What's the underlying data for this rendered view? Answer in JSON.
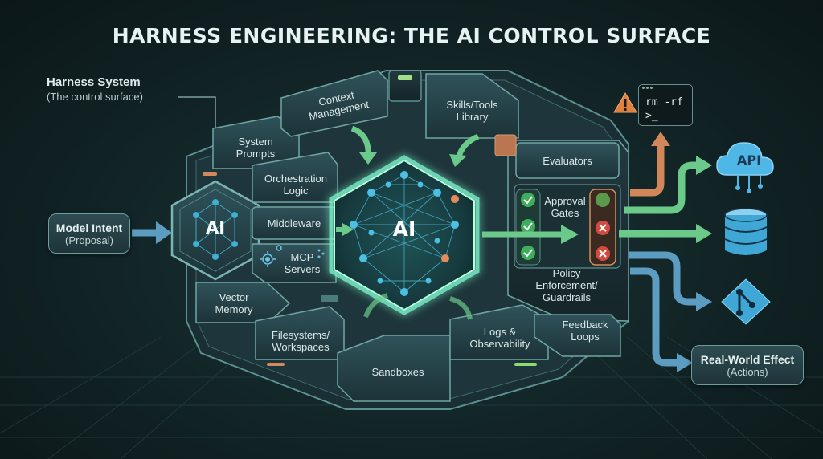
{
  "title": "HARNESS ENGINEERING: THE AI CONTROL SURFACE",
  "callout": {
    "name": "Harness System",
    "subtitle": "(The control surface)"
  },
  "input": {
    "label": "Model Intent",
    "sub": "(Proposal)"
  },
  "output": {
    "label": "Real-World Effect",
    "sub": "(Actions)"
  },
  "ai_badges": {
    "small": "AI",
    "core": "AI"
  },
  "components": {
    "context_management": [
      "Context",
      "Management"
    ],
    "skills_tools": [
      "Skills/Tools",
      "Library"
    ],
    "system_prompts": [
      "System",
      "Prompts"
    ],
    "orchestration": [
      "Orchestration",
      "Logic"
    ],
    "middleware": [
      "Middleware"
    ],
    "mcp_servers": [
      "MCP",
      "Servers"
    ],
    "vector_memory": [
      "Vector",
      "Memory"
    ],
    "filesystems": [
      "Filesystems/",
      "Workspaces"
    ],
    "sandboxes": [
      "Sandboxes"
    ],
    "logs": [
      "Logs &",
      "Observability"
    ],
    "feedback": [
      "Feedback",
      "Loops"
    ],
    "evaluators": [
      "Evaluators"
    ],
    "approval_gates": [
      "Approval",
      "Gates"
    ],
    "policy": [
      "Policy",
      "Enforcement/",
      "Guardrails"
    ]
  },
  "terminal": {
    "command": "rm -rf",
    "prompt": ">_"
  },
  "api_label": "API",
  "icons": {
    "warning": "warning-icon",
    "terminal": "terminal-icon",
    "api": "cloud-api-icon",
    "database": "database-icon",
    "git": "git-icon",
    "check": "check-icon",
    "reject": "x-icon",
    "mcp": "gear-icon"
  },
  "colors": {
    "background": "#132628",
    "panel": "#26424a",
    "teal_border": "#6fa6a4",
    "core_glow": "#7af0c8",
    "green_arrow": "#6bc98a",
    "blue_arrow": "#5d9cc1",
    "orange_arrow": "#d2875a",
    "approve": "#3fae5c",
    "reject": "#d24b3f",
    "accent_cyan": "#52c7e0"
  }
}
